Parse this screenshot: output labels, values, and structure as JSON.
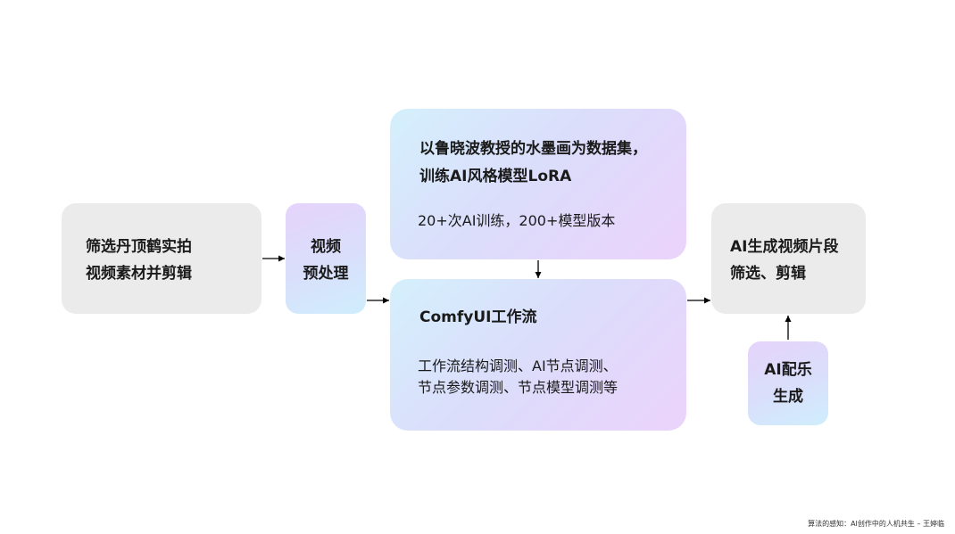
{
  "nodes": {
    "source": {
      "lines": [
        "筛选丹顶鹤实拍",
        "视频素材并剪辑"
      ]
    },
    "preprocess": {
      "lines": [
        "视频",
        "预处理"
      ]
    },
    "lora": {
      "title_lines": [
        "以鲁晓波教授的水墨画为数据集，",
        "训练AI风格模型LoRA"
      ],
      "detail": "20+次AI训练，200+模型版本"
    },
    "comfy": {
      "title": "ComfyUI工作流",
      "detail_lines": [
        "工作流结构调测、AI节点调测、",
        "节点参数调测、节点模型调测等"
      ]
    },
    "output": {
      "lines": [
        "AI生成视频片段",
        "筛选、剪辑"
      ]
    },
    "music": {
      "lines": [
        "AI配乐",
        "生成"
      ]
    }
  },
  "footer": "算法的感知：AI创作中的人机共生 – 王婷临",
  "colors": {
    "gray_box": "#ebebeb",
    "gradient_cyan": "#d4f0fc",
    "gradient_purple": "#ecd3fb",
    "arrow": "#000000"
  }
}
